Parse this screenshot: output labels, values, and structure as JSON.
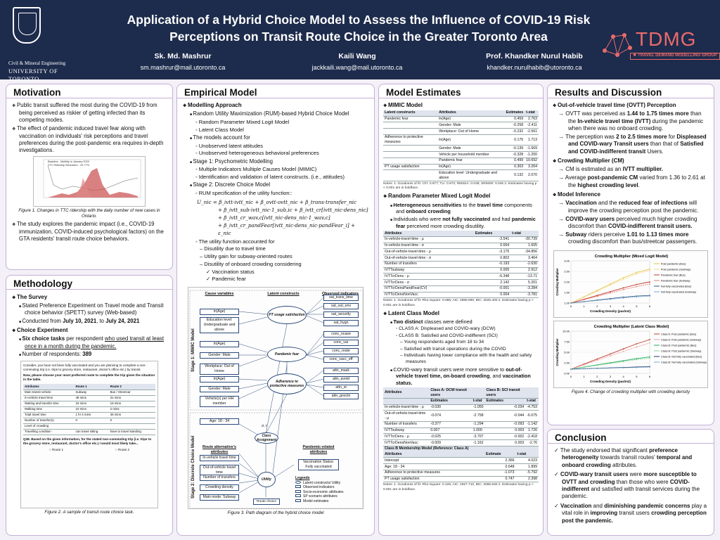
{
  "header": {
    "title": "Application of a Hybrid Choice Model to Assess the Influence of COVID-19 Risk Perceptions on Transit Route Choice in the Greater Toronto Area",
    "uoft_sub": "Civil & Mineral Engineering",
    "uoft_main": "UNIVERSITY OF TORONTO",
    "tdmg_word": "TDMG",
    "tdmg_sub": "TRAVEL DEMAND MODELLING GROUP",
    "authors": [
      {
        "name": "Sk. Md. Mashrur",
        "email": "sm.mashrur@mail.utoronto.ca"
      },
      {
        "name": "Kaili Wang",
        "email": "jackkaili.wang@mail.utoronto.ca"
      },
      {
        "name": "Prof. Khandker Nurul Habib",
        "email": "khandker.nurulhabib@utoronto.ca"
      }
    ]
  },
  "motivation": {
    "title": "Motivation",
    "b1": "Public transit suffered the most during the COVID-19 from being perceived as riskier of getting infected than its competing modes.",
    "b2": "The effect of pandemic induced travel fear along with vaccination on individuals' risk perceptions and travel preferences during the post-pandemic era requires in-depth investigations.",
    "fig_cap": "Figure 1. Changes in TTC ridership with the daily number of new cases in Ontario.",
    "fig_legend1": "Baseline - Mobility in January 2020",
    "fig_legend2": "TTC Ridership Reduction - 20-77%",
    "b3": "The study explores the pandemic impact (i.e., COVID-19 immunization, COVID-induced psychological factors) on the GTA residents' transit route choice behaviors."
  },
  "methodology": {
    "title": "Methodology",
    "survey_h": "The Survey",
    "s1": "Stated Preference Experiment on Travel mode and Transit choice behavior (SPETT) survey (Web-based)",
    "s2_pre": "Conducted from ",
    "s2_d1": "July 10, 2021",
    "s2_mid": ", to ",
    "s2_d2": "July 24, 2021",
    "choice_h": "Choice Experiment",
    "c1a": "Six choice tasks",
    "c1b": " per respondent ",
    "c1c": "who used transit at least once in a month during the pandemic.",
    "c2": "Number of respondents: ",
    "c2v": "389",
    "fig_cap": "Figure 2. A sample of transit route choice task.",
    "task_intro": "Consider, you have not been fully vaccinated and you are planning to complete a non-commuting trip (i.e. trips to grocery store, restaurant, doctor's office etc.) by transit.",
    "task_note": "Now, please choose your most preferred route to complete the trip given the situation in the table.",
    "task_rows": [
      [
        "Attributes",
        "Route 1",
        "Route 2"
      ],
      [
        "Main transit vehicle",
        "Subway",
        "Bus / Streetcar"
      ],
      [
        "In-vehicle travel time",
        "48 mins",
        "31 mins"
      ],
      [
        "Waiting and transfer time",
        "15 mins",
        "15 mins"
      ],
      [
        "Walking time",
        "10 mins",
        "2 mins"
      ],
      [
        "Total travel time",
        "1 hr 4 mins",
        "36 mins"
      ],
      [
        "Number of transfer(s)",
        "0",
        "0"
      ],
      [
        "Level of crowding",
        "",
        ""
      ],
      [
        "Travelling condition",
        "can travel sitting",
        "have to travel standing"
      ]
    ],
    "task_q": "Q38. Based on the given information, for the stated non-commuting trip (i.e. trips to the grocery store, restaurant, doctor's office etc.) I would most likely take...",
    "opt1": "Route 1",
    "opt2": "Route 2"
  },
  "empirical": {
    "title": "Empirical Model",
    "approach_h": "Modelling Approach",
    "a1": "Random Utility Maximization (RUM)-based Hybrid Choice Model",
    "a1a": "Random Parameter Mixed Logit Model",
    "a1b": "Latent Class Model",
    "a2": "The models account for",
    "a2a": "Unobserved latent attitudes",
    "a2b": "Unobserved heterogeneous behavioral preferences",
    "a3": "Stage 1: Psychometric Modelling",
    "a3a": "Multiple Indicators Multiple Causes Model (MIMIC)",
    "a3b": "Identification and validation of latent constructs. (i.e., attitudes)",
    "a4": "Stage 2: Discrete Choice Model",
    "a4a": "RUM specification of the utility function::",
    "eq1": "U_nic = β_ivtt·ivtt_nic + β_ovtt·ovtt_nic + β_trans·transfer_nic",
    "eq2": "+ β_ivtt_sub·ivtt_nic·1_sub,ic + β_ivtt_cr[ivtt_nic·dens_nic]",
    "eq3": "+ β_ivtt_cr_wav,c[ivtt_nic·dens_nic·1_wav,c]",
    "eq4": "+ β_ivtt_cr_pandFear[ivtt_nic·dens_nic·pandFear_i] + ε_nic",
    "a5": "The utility function accounted for",
    "a5a": "Disutility due to travel time",
    "a5b": "Utility gain for subway-oriented routes",
    "a5c": "Disutility of onboard crowding considering",
    "a5c1": "Vaccination status",
    "a5c2": "Pandemic fear",
    "fig_cap": "Figure 3. Path diagram of the hybrid choice model",
    "dg": {
      "cause": "Cause variables",
      "latent": "Latent constructs",
      "obs": "Observed indicators",
      "stage1": "Stage 1: MIMIC Model",
      "stage2": "Stage 2: Discrete Choice Model",
      "c1": "ln(Age)",
      "c2": "Education level: Undergraduate and above",
      "c3": "ln(Age)",
      "c4": "Gender: Male",
      "c5": "Workplace: Out of Home",
      "c6": "ln(Age)",
      "c7": "Gender: Male",
      "c8": "Vehicle(s) per HH member",
      "c9": "Age: 18 - 34",
      "l1": "PT usage satisfaction",
      "l2": "Pandemic fear",
      "l3": "Adherence to protective measures",
      "o": [
        "sat_trans_time",
        "sat_out_env",
        "sat_security",
        "sat_hygn",
        "conc_ncase",
        "conc_var",
        "conc_nrate",
        "conc_vacc_eff",
        "attn_mask",
        "attn_avoid",
        "attn_st",
        "attn_gnsctn"
      ],
      "route_h": "Route alternative's attributes",
      "r1": "In-vehicle travel time",
      "r2": "Out-of-vehicle travel time",
      "r3": "Number of transfers",
      "r4": "Crowding density",
      "r5": "Main mode: Subway",
      "class_assign": "Class Assignment",
      "utility": "Utility",
      "route_choice": "Route choice",
      "pand_h": "Pandemic-related attributes",
      "vacc": "Vaccination Status: Fully vaccinated",
      "leg_h": "Legends",
      "leg": [
        "Latent constructs/ Utility",
        "Observed indicators",
        "Socio-economic attributes",
        "SP scenario attributes",
        "Model estimates"
      ],
      "sig": "σ, τ"
    }
  },
  "estimates": {
    "title": "Model Estimates",
    "mimic_h": "MIMIC Model",
    "mimic_cols": [
      "Latent constructs",
      "Attributes",
      "Estimates",
      "t-stat"
    ],
    "mimic_rows": [
      [
        "Pandemic fear",
        "ln(Age)",
        "0.459",
        "2.763"
      ],
      [
        "",
        "Gender: Male",
        "-0.258",
        "-2.411"
      ],
      [
        "",
        "Workplace: Out of Home",
        "-0.232",
        "-2.561"
      ],
      [
        "Adherence to protective measures",
        "ln(Age)",
        "0.176",
        "1.713"
      ],
      [
        "",
        "Gender: Male",
        "-0.139",
        "-1.669"
      ],
      [
        "",
        "Vehicle per household member",
        "-0.328",
        "-1.200"
      ],
      [
        "",
        "Pandemic fear",
        "0.499",
        "10.692"
      ],
      [
        "PT usage satisfaction",
        "ln(Age)",
        "0.303",
        "3.264"
      ],
      [
        "",
        "Education level: Undergraduate and above",
        "0.132",
        "2.070"
      ]
    ],
    "mimic_note": "Notes:  1. Goodness of fit: CFI: 0.977; TLI: 0.972; RMSEA: 0.036; SRMSR: 0.045  2. Estimates having p < 0.001 are in boldface.",
    "rpml_h": "Random Parameter Mixed Logit Model",
    "rp1a": "Heterogeneous sensitivities",
    "rp1b": " to the ",
    "rp1c": "travel time",
    "rp1d": " components and ",
    "rp1e": "onboard crowding",
    "rp2a": "Individuals who were ",
    "rp2b": "not fully vaccinated",
    "rp2c": " and had ",
    "rp2d": "pandemic fear",
    "rp2e": " perceived more crowding disutility.",
    "rpml_cols": [
      "Attributes",
      "Estimates",
      "t-stat"
    ],
    "rpml_rows": [
      [
        "In-vehicle-travel-time - μ",
        "-3.541",
        "-30.739"
      ],
      [
        "In-vehicle-travel-time - σ",
        "0.664",
        "1.605"
      ],
      [
        "Out-of-vehicle-travel-time - μ",
        "-3.175",
        "-34.856"
      ],
      [
        "Out-of-vehicle-travel-time - σ",
        "0.802",
        "3.464"
      ],
      [
        "Number of transfers",
        "-0.193",
        "-2.630"
      ],
      [
        "IVTTsubway",
        "0.005",
        "2.912"
      ],
      [
        "IVTTcrDens - μ",
        "-6.348",
        "-13.71"
      ],
      [
        "IVTTcrDens - σ",
        "2.142",
        "5.201"
      ],
      [
        "IVTTcrDensPandFear(CV)",
        "-0.001",
        "-3.284"
      ],
      [
        "IVTTcrDensNonVacc",
        "0.004",
        "-3.781"
      ]
    ],
    "rpml_note": "Notes:  1. Goodness of fit: Rho-Square: 0.085; AIC: 2968.990, BIC: 3026.400  2. Estimates having p < 0.001 are in boldface.",
    "lc_h": "Latent Class Model",
    "lc1a": "Two distinct",
    "lc1b": " classes were defined",
    "lcA": "CLASS A: Displeased and COVID-wary (DCW)",
    "lcB": "CLASS B: Satisfied and COVID-indifferent (SCI)",
    "lcB1": "Young respondents aged from 18 to 34",
    "lcB2": "Satisfied with transit operations during the COVID",
    "lcB3": "Individuals having lower compliance with the health and safety measures",
    "lc2a": "COVID-wary transit users were more sensitive to ",
    "lc2b": "out-of-vehicle travel time, on-board crowding",
    "lc2c": ", and ",
    "lc2d": "vaccination status.",
    "lc_head": [
      "Attributes",
      "Class A: DCW transit users",
      "",
      "Class B: SCI transit users",
      ""
    ],
    "lc_sub": [
      "",
      "Estimates",
      "t-stat",
      "Estimates",
      "t-stat"
    ],
    "lc_rows": [
      [
        "In-vehicle-travel-time - μ",
        "-0.030",
        "-1.050",
        "-0.034",
        "-4.753"
      ],
      [
        "Out-of-vehicle-travel-time - μ",
        "-0.074",
        "-2.758",
        "-0.044",
        "-6.075"
      ],
      [
        "Number of transfers",
        "-0.377",
        "-1.294",
        "-0.093",
        "-1.142"
      ],
      [
        "IVTTsubway",
        "0.007",
        "1.000",
        "0.003",
        "1.726"
      ],
      [
        "IVTTcrDens - μ",
        "-0.025",
        "-3.707",
        "-0.002",
        "-2.418"
      ],
      [
        "IVTTcrDensNonVacc",
        "-0.009",
        "-1.162",
        "0.003",
        "-2.76"
      ]
    ],
    "lc_mem_h": "Class B Membership Model (Reference: Class A)",
    "lc_mem_cols": [
      "Attributes",
      "Estimate",
      "t-stat"
    ],
    "lc_mem_rows": [
      [
        "Intercept",
        "2.366",
        "4.023"
      ],
      [
        "Age: 18 - 34",
        "0.648",
        "1.899"
      ],
      [
        "Adherence to protective measures",
        "-1.073",
        "-5.792"
      ],
      [
        "PT usage satisfaction",
        "0.747",
        "2.398"
      ]
    ],
    "lc_note": "Notes:  1. Goodness of fit: Rho-Square: 0.106; AIC: 2927.710, BIC: 3085.830  2. Estimates having p < 0.001 are in boldface."
  },
  "results": {
    "title": "Results and Discussion",
    "ovtt_h": "Out-of-vehicle travel time (OVTT) Perception",
    "o1a": "OVTT was perceived as ",
    "o1b": "1.44 to 1.75 times more",
    "o1c": " than the ",
    "o1d": "In-vehicle travel time (IVTT)",
    "o1e": " during the pandemic when there was no onboard crowding.",
    "o2a": "The perception was ",
    "o2b": "2 to 2.5 times more",
    "o2c": " for ",
    "o2d": "Displeased and COVID-wary Transit users",
    "o2e": " than that of ",
    "o2f": "Satisfied and COVID-indifferent transit",
    "o2g": " Users.",
    "cm_h": "Crowding Multiplier (CM)",
    "cm1a": "CM is estimated as an ",
    "cm1b": "IVTT multiplier.",
    "cm2a": "Average ",
    "cm2b": "post-pandemic CM",
    "cm2c": " varied from 1.36 to 2.61 at the ",
    "cm2d": "highest crowding level",
    "mi_h": "Model Inference",
    "mi1a": "Vaccination",
    "mi1b": " and the ",
    "mi1c": "reduced fear of infections",
    "mi1d": " will improve the crowding perception post the pandemic.",
    "mi2a": "COVID-wary users",
    "mi2b": " perceived much higher crowding discomfort than ",
    "mi2c": "COVID-indifferent transit users.",
    "mi3a": "Subway",
    "mi3b": " riders perceive ",
    "mi3c": "1.01 to 1.13 times more",
    "mi3d": " crowding discomfort than bus/streetcar passengers.",
    "fig_cap": "Figure 4. Change of crowding multiplier with crowding density"
  },
  "conclusion": {
    "title": "Conclusion",
    "c1a": "The study endorsed that significant ",
    "c1b": "preference heterogeneity",
    "c1c": " towards transit routes' ",
    "c1d": "temporal and onboard crowding",
    "c1e": " attributes.",
    "c2a": "COVID-wary transit users",
    "c2b": " were ",
    "c2c": "more susceptible to OVTT and crowding",
    "c2d": " than those who were ",
    "c2e": "COVID-indifferent",
    "c2f": " and satisfied with transit services during the pandemic.",
    "c3a": "Vaccination",
    "c3b": " and ",
    "c3c": "diminishing pandemic concerns",
    "c3d": " play a vital role in ",
    "c3e": "improving",
    "c3f": " transit users ",
    "c3g": "crowding perception post the pandemic."
  },
  "chart_data": [
    {
      "type": "line",
      "title": "Crowding Multiplier (Mixed Logit Model)",
      "xlabel": "Crowding Density (pax/m2)",
      "ylabel": "Crowding Multiplier",
      "x": [
        0,
        1,
        2,
        3,
        4,
        5,
        6
      ],
      "ylim": [
        1.0,
        3.0
      ],
      "series": [
        {
          "name": "Post pandemic (Bus)",
          "values": [
            1.0,
            1.3,
            1.6,
            1.9,
            2.2,
            2.45,
            2.61
          ],
          "color": "#e8c547"
        },
        {
          "name": "Post pandemic (Subway)",
          "values": [
            1.0,
            1.28,
            1.56,
            1.84,
            2.12,
            2.38,
            2.55
          ],
          "color": "#f1dc8a"
        },
        {
          "name": "Pandemic fear (Bus)",
          "values": [
            1.0,
            1.18,
            1.36,
            1.54,
            1.72,
            1.88,
            2.0
          ],
          "color": "#c0392b"
        },
        {
          "name": "Pandemic fear (Subway)",
          "values": [
            1.0,
            1.16,
            1.32,
            1.48,
            1.64,
            1.78,
            1.9
          ],
          "color": "#e67e73"
        },
        {
          "name": "Not fully vaccinated (Bus)",
          "values": [
            1.0,
            1.07,
            1.14,
            1.21,
            1.28,
            1.33,
            1.36
          ],
          "color": "#2c5d8a"
        },
        {
          "name": "Not fully vaccinated (Subway)",
          "values": [
            1.0,
            1.06,
            1.12,
            1.18,
            1.24,
            1.29,
            1.33
          ],
          "color": "#7fa7cf"
        }
      ]
    },
    {
      "type": "line",
      "title": "Crowding Multiplier (Latent Class Model)",
      "xlabel": "Crowding Density (pax/m2)",
      "ylabel": "Crowding Multiplier",
      "x": [
        0,
        1,
        2,
        3,
        4,
        5,
        6
      ],
      "ylim": [
        0.0,
        10.0
      ],
      "series": [
        {
          "name": "Class A: Post pandemic (Bus)",
          "values": [
            1.0,
            2.2,
            3.4,
            4.6,
            5.8,
            7.0,
            8.0
          ],
          "color": "#c0392b"
        },
        {
          "name": "Class A: Post pandemic (Subway)",
          "values": [
            1.0,
            2.05,
            3.1,
            4.15,
            5.2,
            6.25,
            7.2
          ],
          "color": "#e8a0a0"
        },
        {
          "name": "Class B: Post pandemic (Bus)",
          "values": [
            1.0,
            1.5,
            2.0,
            2.5,
            3.0,
            3.5,
            3.9
          ],
          "color": "#27ae60"
        },
        {
          "name": "Class B: Post pandemic (Subway)",
          "values": [
            1.0,
            1.45,
            1.9,
            2.35,
            2.8,
            3.25,
            3.6
          ],
          "color": "#8fd19e"
        },
        {
          "name": "Class B: Not fully vaccinated (Bus)",
          "values": [
            1.0,
            1.1,
            1.2,
            1.3,
            1.4,
            1.5,
            1.6
          ],
          "color": "#1f3a6b"
        },
        {
          "name": "Class B: Not fully vaccinated (Subway)",
          "values": [
            1.0,
            1.08,
            1.16,
            1.24,
            1.32,
            1.4,
            1.48
          ],
          "color": "#7fa7cf"
        }
      ]
    },
    {
      "type": "area",
      "title": "",
      "legend": [
        "Baseline - Mobility in January 2020",
        "TTC Ridership Reduction - 20-77%"
      ],
      "xlabel": "",
      "ylabel": "% change",
      "y2label": "Daily new cases",
      "x": [
        "Jan 2020",
        "Apr 2020",
        "Jul 2020",
        "Oct 2020",
        "Jan 2021",
        "Apr 2021",
        "Jul 2021",
        "Oct 2021"
      ],
      "series": [
        {
          "name": "% change",
          "values": [
            0,
            -75,
            -65,
            -60,
            -70,
            -72,
            -55,
            -40
          ]
        },
        {
          "name": "Daily new cases",
          "values": [
            0,
            600,
            150,
            900,
            3500,
            4200,
            300,
            500
          ]
        }
      ]
    }
  ]
}
